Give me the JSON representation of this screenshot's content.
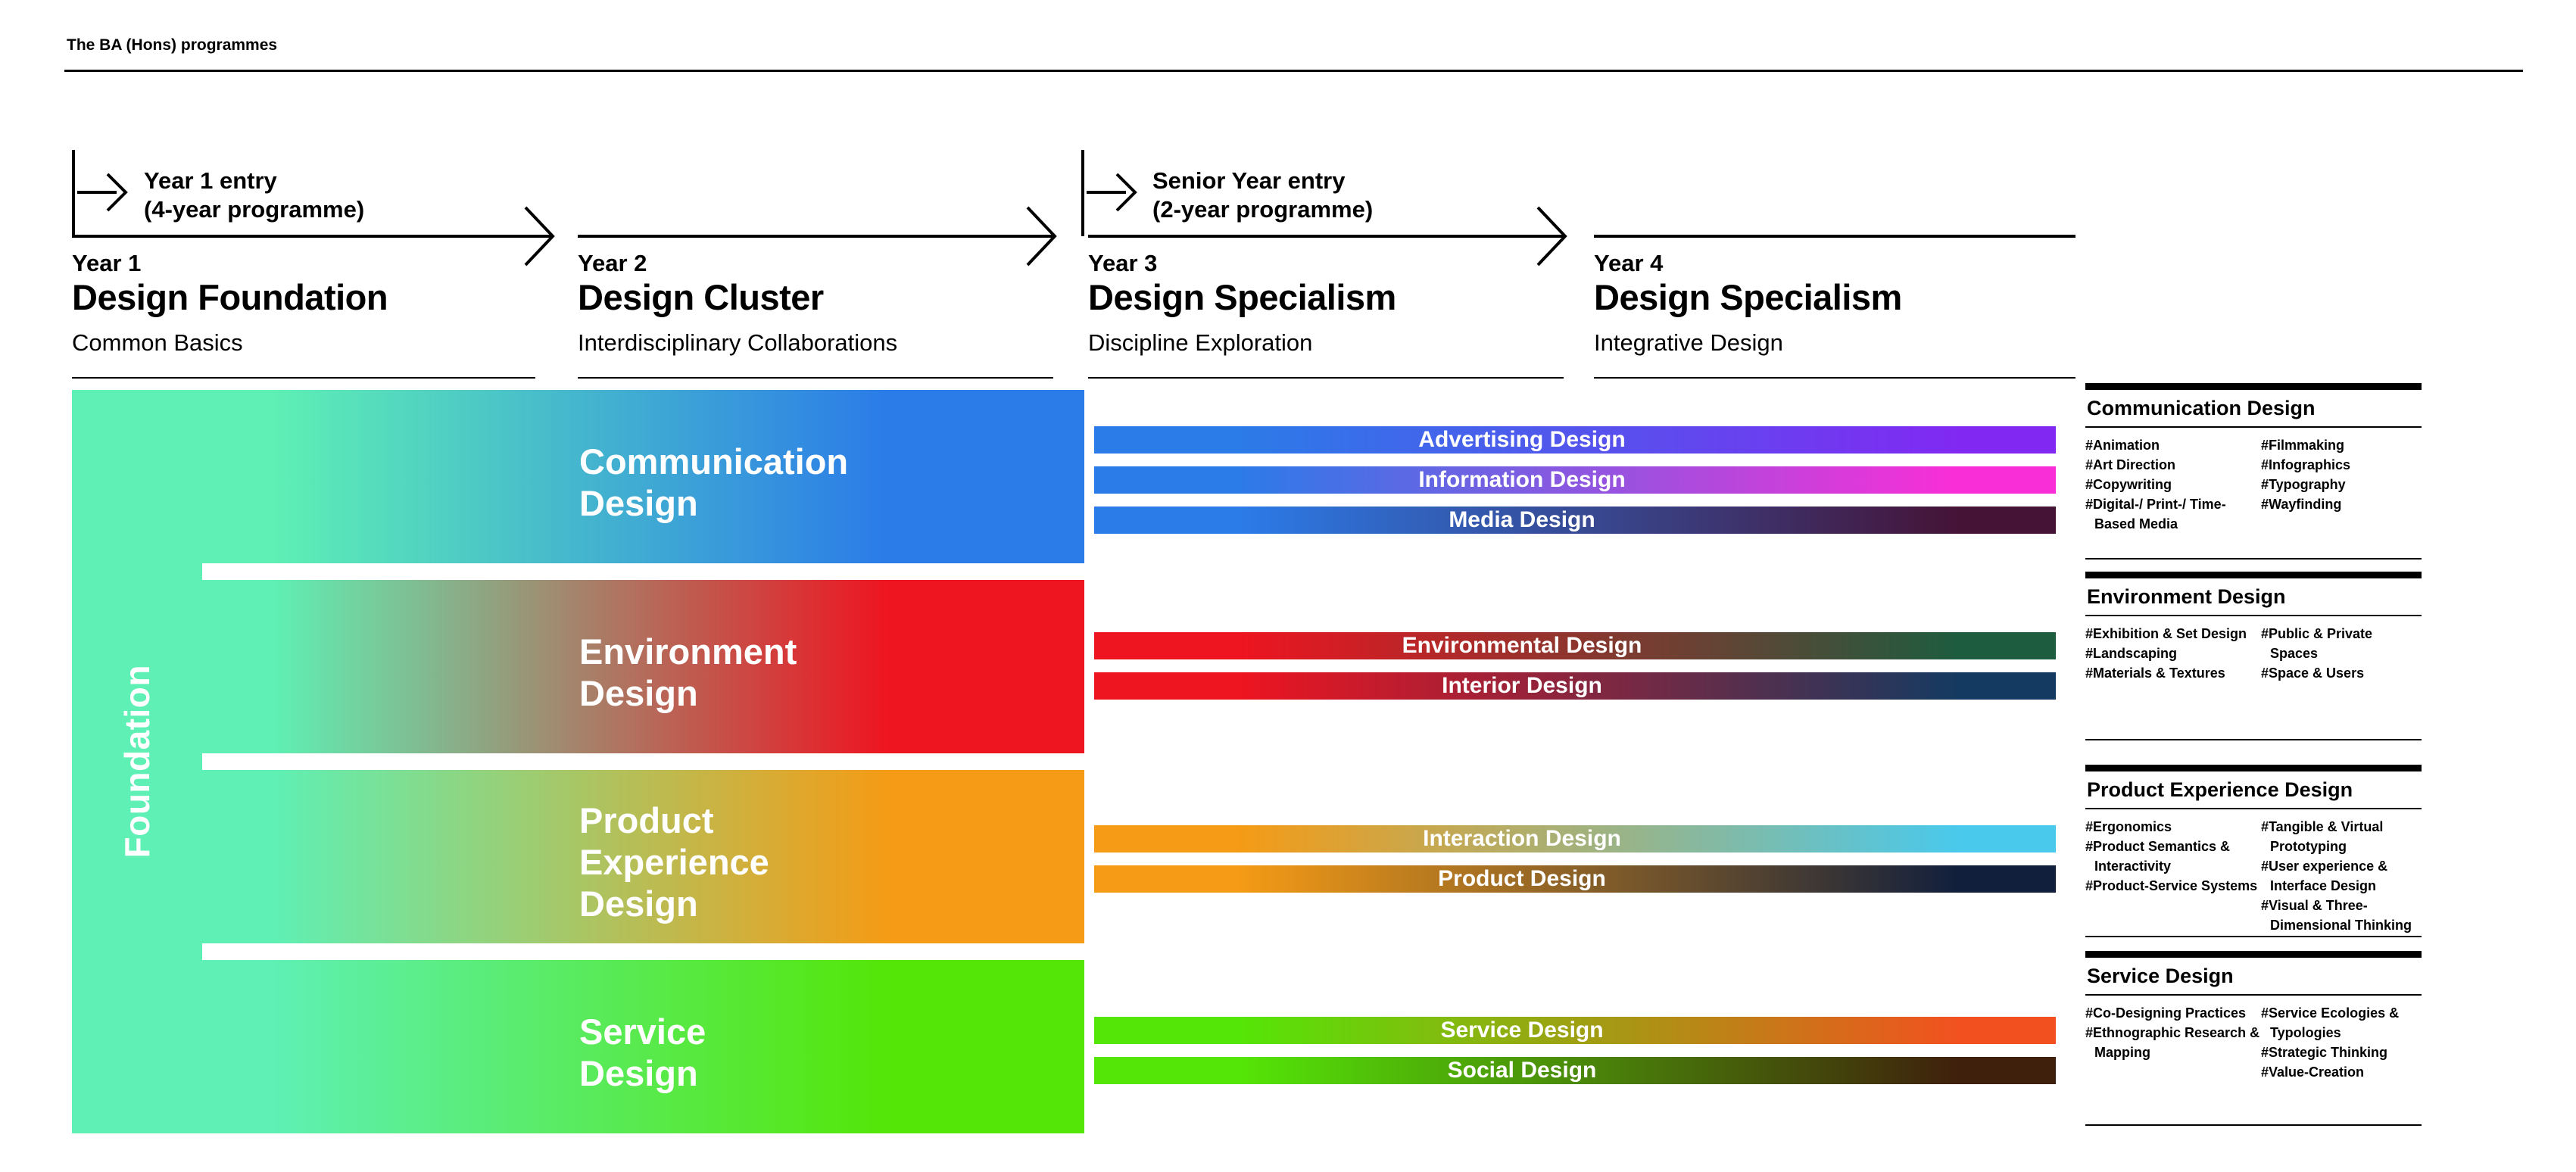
{
  "page": {
    "title": "The BA (Hons) programmes"
  },
  "entry_arrows": [
    {
      "line1": "Year 1 entry",
      "line2": "(4-year programme)"
    },
    {
      "line1": "Senior Year entry",
      "line2": "(2-year programme)"
    }
  ],
  "columns": [
    {
      "year": "Year 1",
      "title": "Design Foundation",
      "subtitle": "Common Basics"
    },
    {
      "year": "Year 2",
      "title": "Design Cluster",
      "subtitle": "Interdisciplinary Collaborations"
    },
    {
      "year": "Year 3",
      "title": "Design Specialism",
      "subtitle": "Discipline Exploration"
    },
    {
      "year": "Year 4",
      "title": "Design Specialism",
      "subtitle": "Integrative Design"
    }
  ],
  "foundation": {
    "label": "Foundation",
    "color": "#5EF0B4"
  },
  "clusters": [
    {
      "name": "Communication Design",
      "label_lines": [
        "Communication",
        "Design"
      ],
      "start_color": "#5EF0B4",
      "end_color": "#2B7BE8",
      "specialisms": [
        {
          "label": "Advertising Design",
          "start_color": "#2B7BE8",
          "end_color": "#8129F2"
        },
        {
          "label": "Information Design",
          "start_color": "#2B7BE8",
          "end_color": "#FA2ED7"
        },
        {
          "label": "Media Design",
          "start_color": "#2B7BE8",
          "end_color": "#451336"
        }
      ],
      "panel": {
        "title": "Communication Design",
        "tags_left": [
          "#Animation",
          "#Art Direction",
          "#Copywriting",
          "#Digital-/ Print-/ Time-Based Media"
        ],
        "tags_right": [
          "#Filmmaking",
          "#Infographics",
          "#Typography",
          "#Wayfinding"
        ]
      }
    },
    {
      "name": "Environment Design",
      "label_lines": [
        "Environment",
        "Design"
      ],
      "start_color": "#5EF0B4",
      "end_color": "#EE1420",
      "specialisms": [
        {
          "label": "Environmental Design",
          "start_color": "#EE1420",
          "end_color": "#1D5C3F"
        },
        {
          "label": "Interior Design",
          "start_color": "#EE1420",
          "end_color": "#143A61"
        }
      ],
      "panel": {
        "title": "Environment Design",
        "tags_left": [
          "#Exhibition & Set Design",
          "#Landscaping",
          "#Materials & Textures"
        ],
        "tags_right": [
          "#Public & Private Spaces",
          "#Space & Users"
        ]
      }
    },
    {
      "name": "Product Experience Design",
      "label_lines": [
        "Product",
        "Experience",
        "Design"
      ],
      "start_color": "#5EF0B4",
      "end_color": "#F59B15",
      "specialisms": [
        {
          "label": "Interaction Design",
          "start_color": "#F59B15",
          "end_color": "#49C9EC"
        },
        {
          "label": "Product Design",
          "start_color": "#F59B15",
          "end_color": "#111F3C"
        }
      ],
      "panel": {
        "title": "Product Experience Design",
        "tags_left": [
          "#Ergonomics",
          "#Product Semantics & Interactivity",
          "#Product-Service Systems"
        ],
        "tags_right": [
          "#Tangible & Virtual Prototyping",
          "#User experience & Interface Design",
          "#Visual & Three-Dimensional Thinking"
        ]
      }
    },
    {
      "name": "Service Design",
      "label_lines": [
        "Service",
        "Design"
      ],
      "start_color": "#5EF0B4",
      "end_color": "#54E607",
      "specialisms": [
        {
          "label": "Service Design",
          "start_color": "#54E607",
          "end_color": "#F2511F"
        },
        {
          "label": "Social Design",
          "start_color": "#54E607",
          "end_color": "#3F200C"
        }
      ],
      "panel": {
        "title": "Service Design",
        "tags_left": [
          "#Co-Designing Practices",
          "#Ethnographic Research & Mapping"
        ],
        "tags_right": [
          "#Service Ecologies & Typologies",
          "#Strategic Thinking",
          "#Value-Creation"
        ]
      }
    }
  ]
}
